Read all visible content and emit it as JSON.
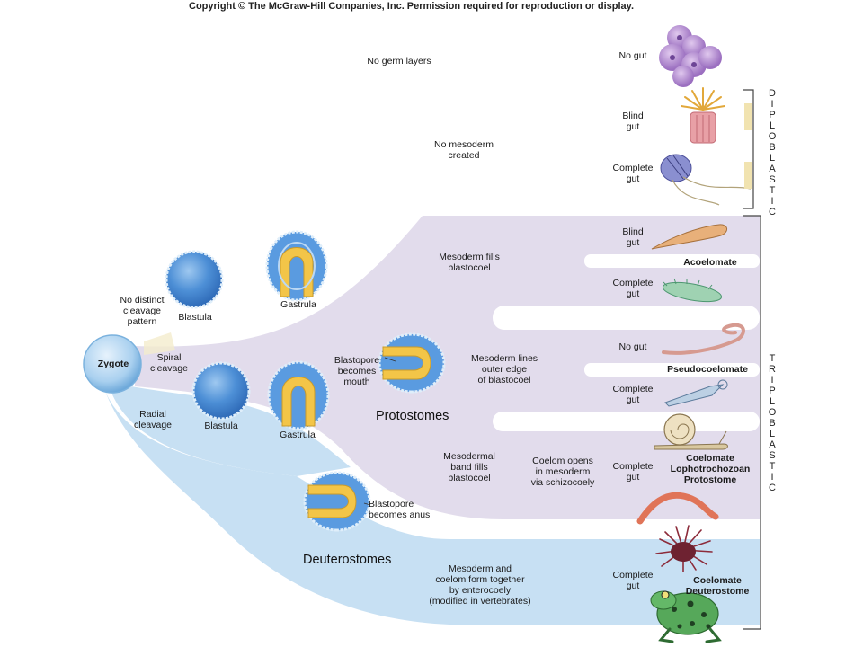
{
  "copyright": "Copyright © The McGraw-Hill Companies, Inc. Permission required for reproduction or display.",
  "labels": {
    "no_germ_layers": "No germ layers",
    "no_mesoderm": "No mesoderm\ncreated",
    "no_distinct_cleavage": "No distinct\ncleavage\npattern",
    "blastula_top": "Blastula",
    "gastrula_top": "Gastrula",
    "zygote": "Zygote",
    "spiral_cleavage": "Spiral\ncleavage",
    "radial_cleavage": "Radial\ncleavage",
    "blastula_bottom": "Blastula",
    "gastrula_bottom": "Gastrula",
    "blastopore_mouth": "Blastopore\nbecomes\nmouth",
    "blastopore_anus": "Blastopore\nbecomes anus",
    "protostomes": "Protostomes",
    "deuterostomes": "Deuterostomes",
    "mesoderm_fills": "Mesoderm fills\nblastocoel",
    "mesoderm_lines": "Mesoderm lines\nouter edge\nof blastocoel",
    "mesodermal_band": "Mesodermal\nband fills\nblastocoel",
    "coelom_opens": "Coelom opens\nin mesoderm\nvia schizocoely",
    "mesoderm_coelom": "Mesoderm and\ncoelom form together\nby enterocoely\n(modified in vertebrates)"
  },
  "gut_labels": {
    "no_gut_top": "No gut",
    "blind_gut_1": "Blind\ngut",
    "complete_gut_1": "Complete\ngut",
    "blind_gut_2": "Blind\ngut",
    "complete_gut_2": "Complete\ngut",
    "no_gut_2": "No gut",
    "complete_gut_3": "Complete\ngut",
    "complete_gut_4": "Complete\ngut",
    "complete_gut_5": "Complete\ngut"
  },
  "groups": {
    "acoelomate": "Acoelomate",
    "pseudocoelomate": "Pseudocoelomate",
    "lophotrochozoan": "Coelomate\nLophotrochozoan\nProtostome",
    "deuterostome": "Coelomate\nDeuterostome"
  },
  "side_labels": {
    "diploblastic": "D\nI\nP\nL\nO\nB\nL\nA\nS\nT\nI\nC",
    "triploblastic": "T\nR\nI\nP\nL\nO\nB\nL\nA\nS\nT\nI\nC"
  },
  "colors": {
    "protostome_band": "#e2dcec",
    "deuterostome_band": "#c7e0f3",
    "blastula_blue": "#4d8fd6",
    "endoderm_yellow": "#f3c548"
  }
}
